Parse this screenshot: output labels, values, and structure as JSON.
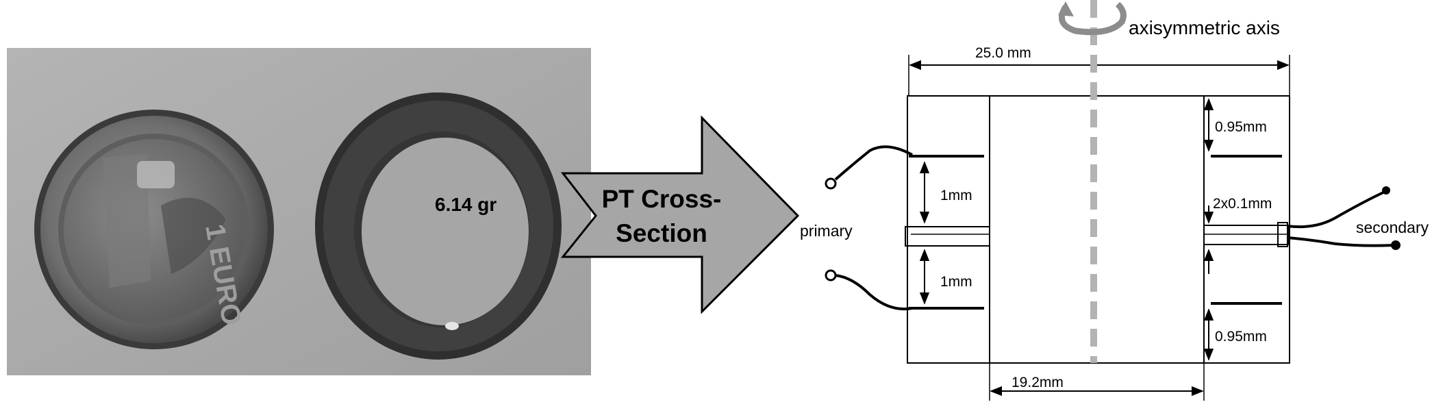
{
  "photo": {
    "mass_label": "6.14 gr",
    "coin_lettering": "1 EURO"
  },
  "arrow": {
    "line1": "PT Cross-",
    "line2": "Section"
  },
  "schematic": {
    "axis_label": "axisymmetric axis",
    "outer_diameter": "25.0 mm",
    "inner_diameter": "19.2mm",
    "top_layer": "0.95mm",
    "bottom_layer": "0.95mm",
    "primary_upper": "1mm",
    "primary_lower": "1mm",
    "secondary_thickness": "2x0.1mm",
    "primary_label": "primary",
    "secondary_label": "secondary"
  },
  "colors": {
    "photo_background": "#a9a9a9",
    "arrow_fill": "#a6a6a6",
    "axis_dash": "#b3b3b3",
    "ink": "#000000"
  }
}
